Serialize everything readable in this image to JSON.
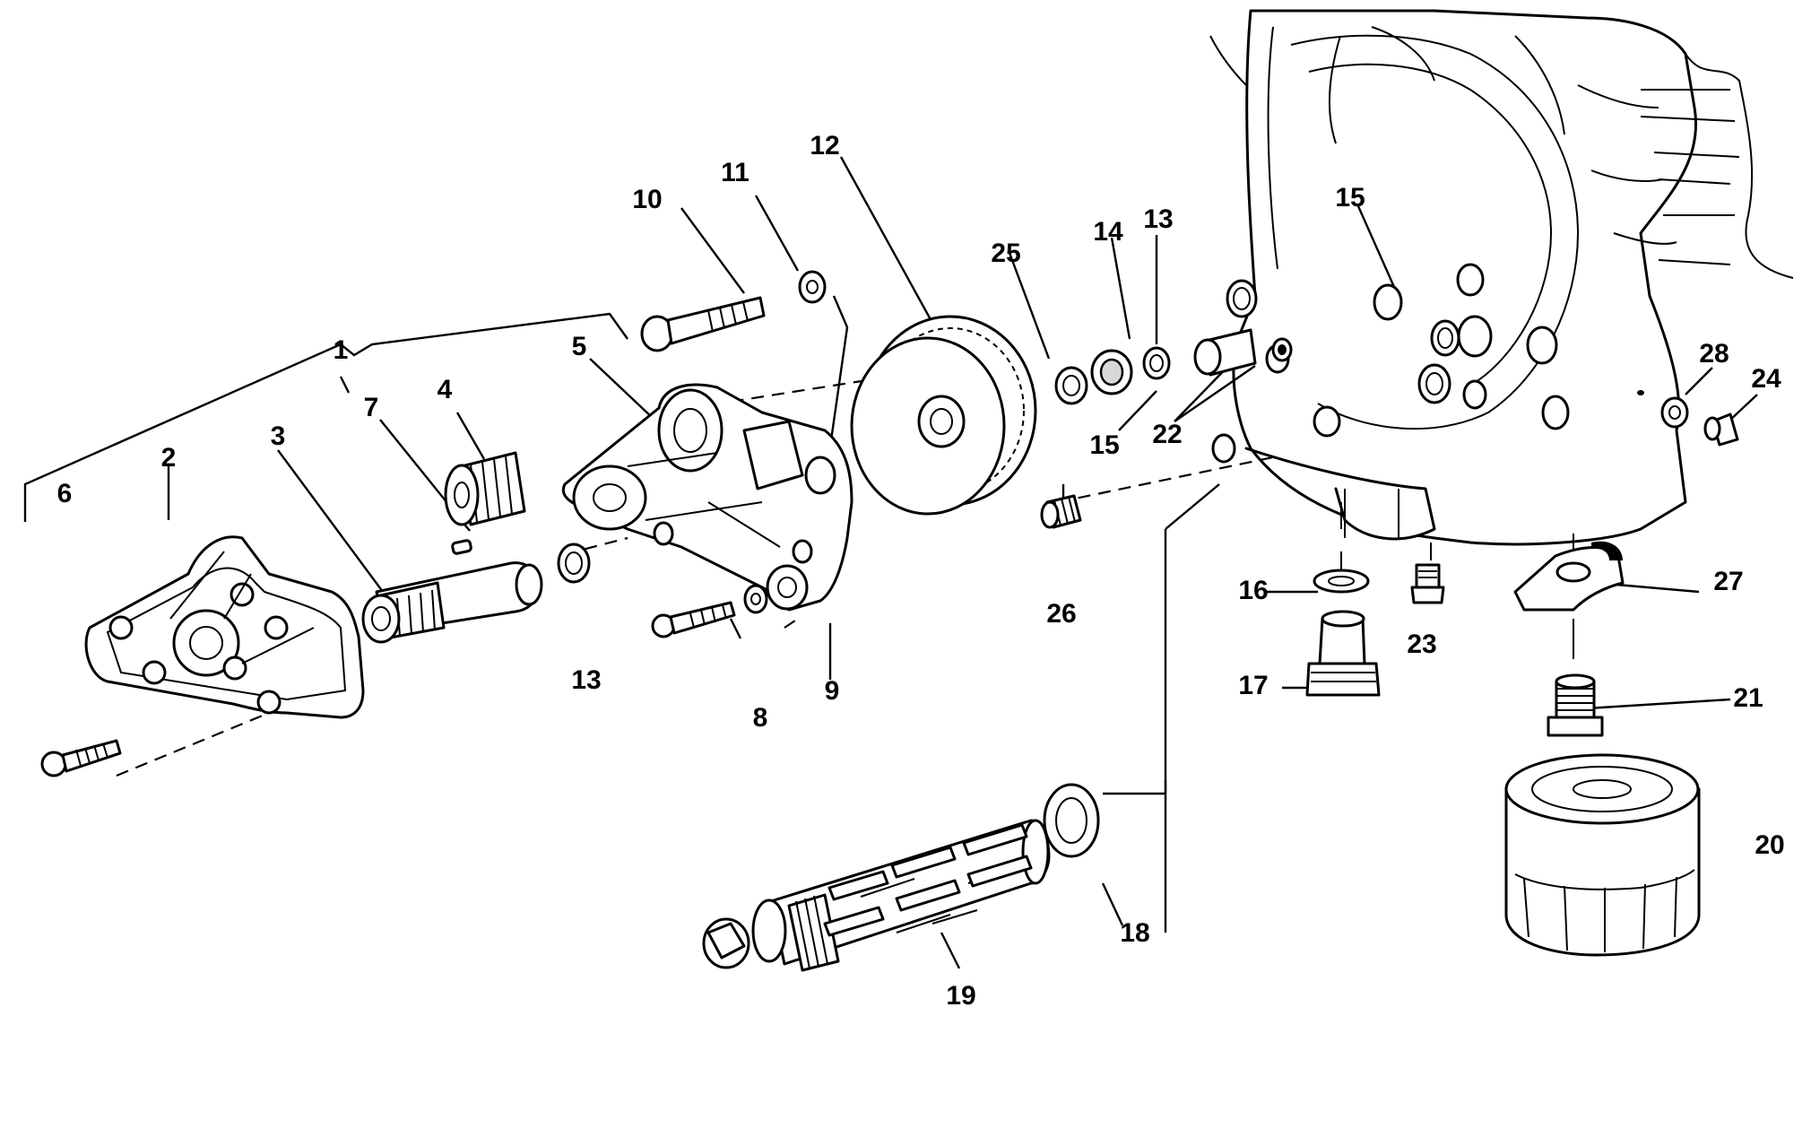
{
  "callouts": {
    "c1": "1",
    "c2": "2",
    "c3": "3",
    "c4": "4",
    "c5": "5",
    "c6": "6",
    "c7": "7",
    "c8": "8",
    "c9": "9",
    "c10": "10",
    "c11": "11",
    "c12": "12",
    "c13a": "13",
    "c13b": "13",
    "c14": "14",
    "c15a": "15",
    "c15b": "15",
    "c16": "16",
    "c17": "17",
    "c18": "18",
    "c19": "19",
    "c20": "20",
    "c21": "21",
    "c22": "22",
    "c23": "23",
    "c24": "24",
    "c25": "25",
    "c26": "26",
    "c27": "27",
    "c28": "28"
  }
}
